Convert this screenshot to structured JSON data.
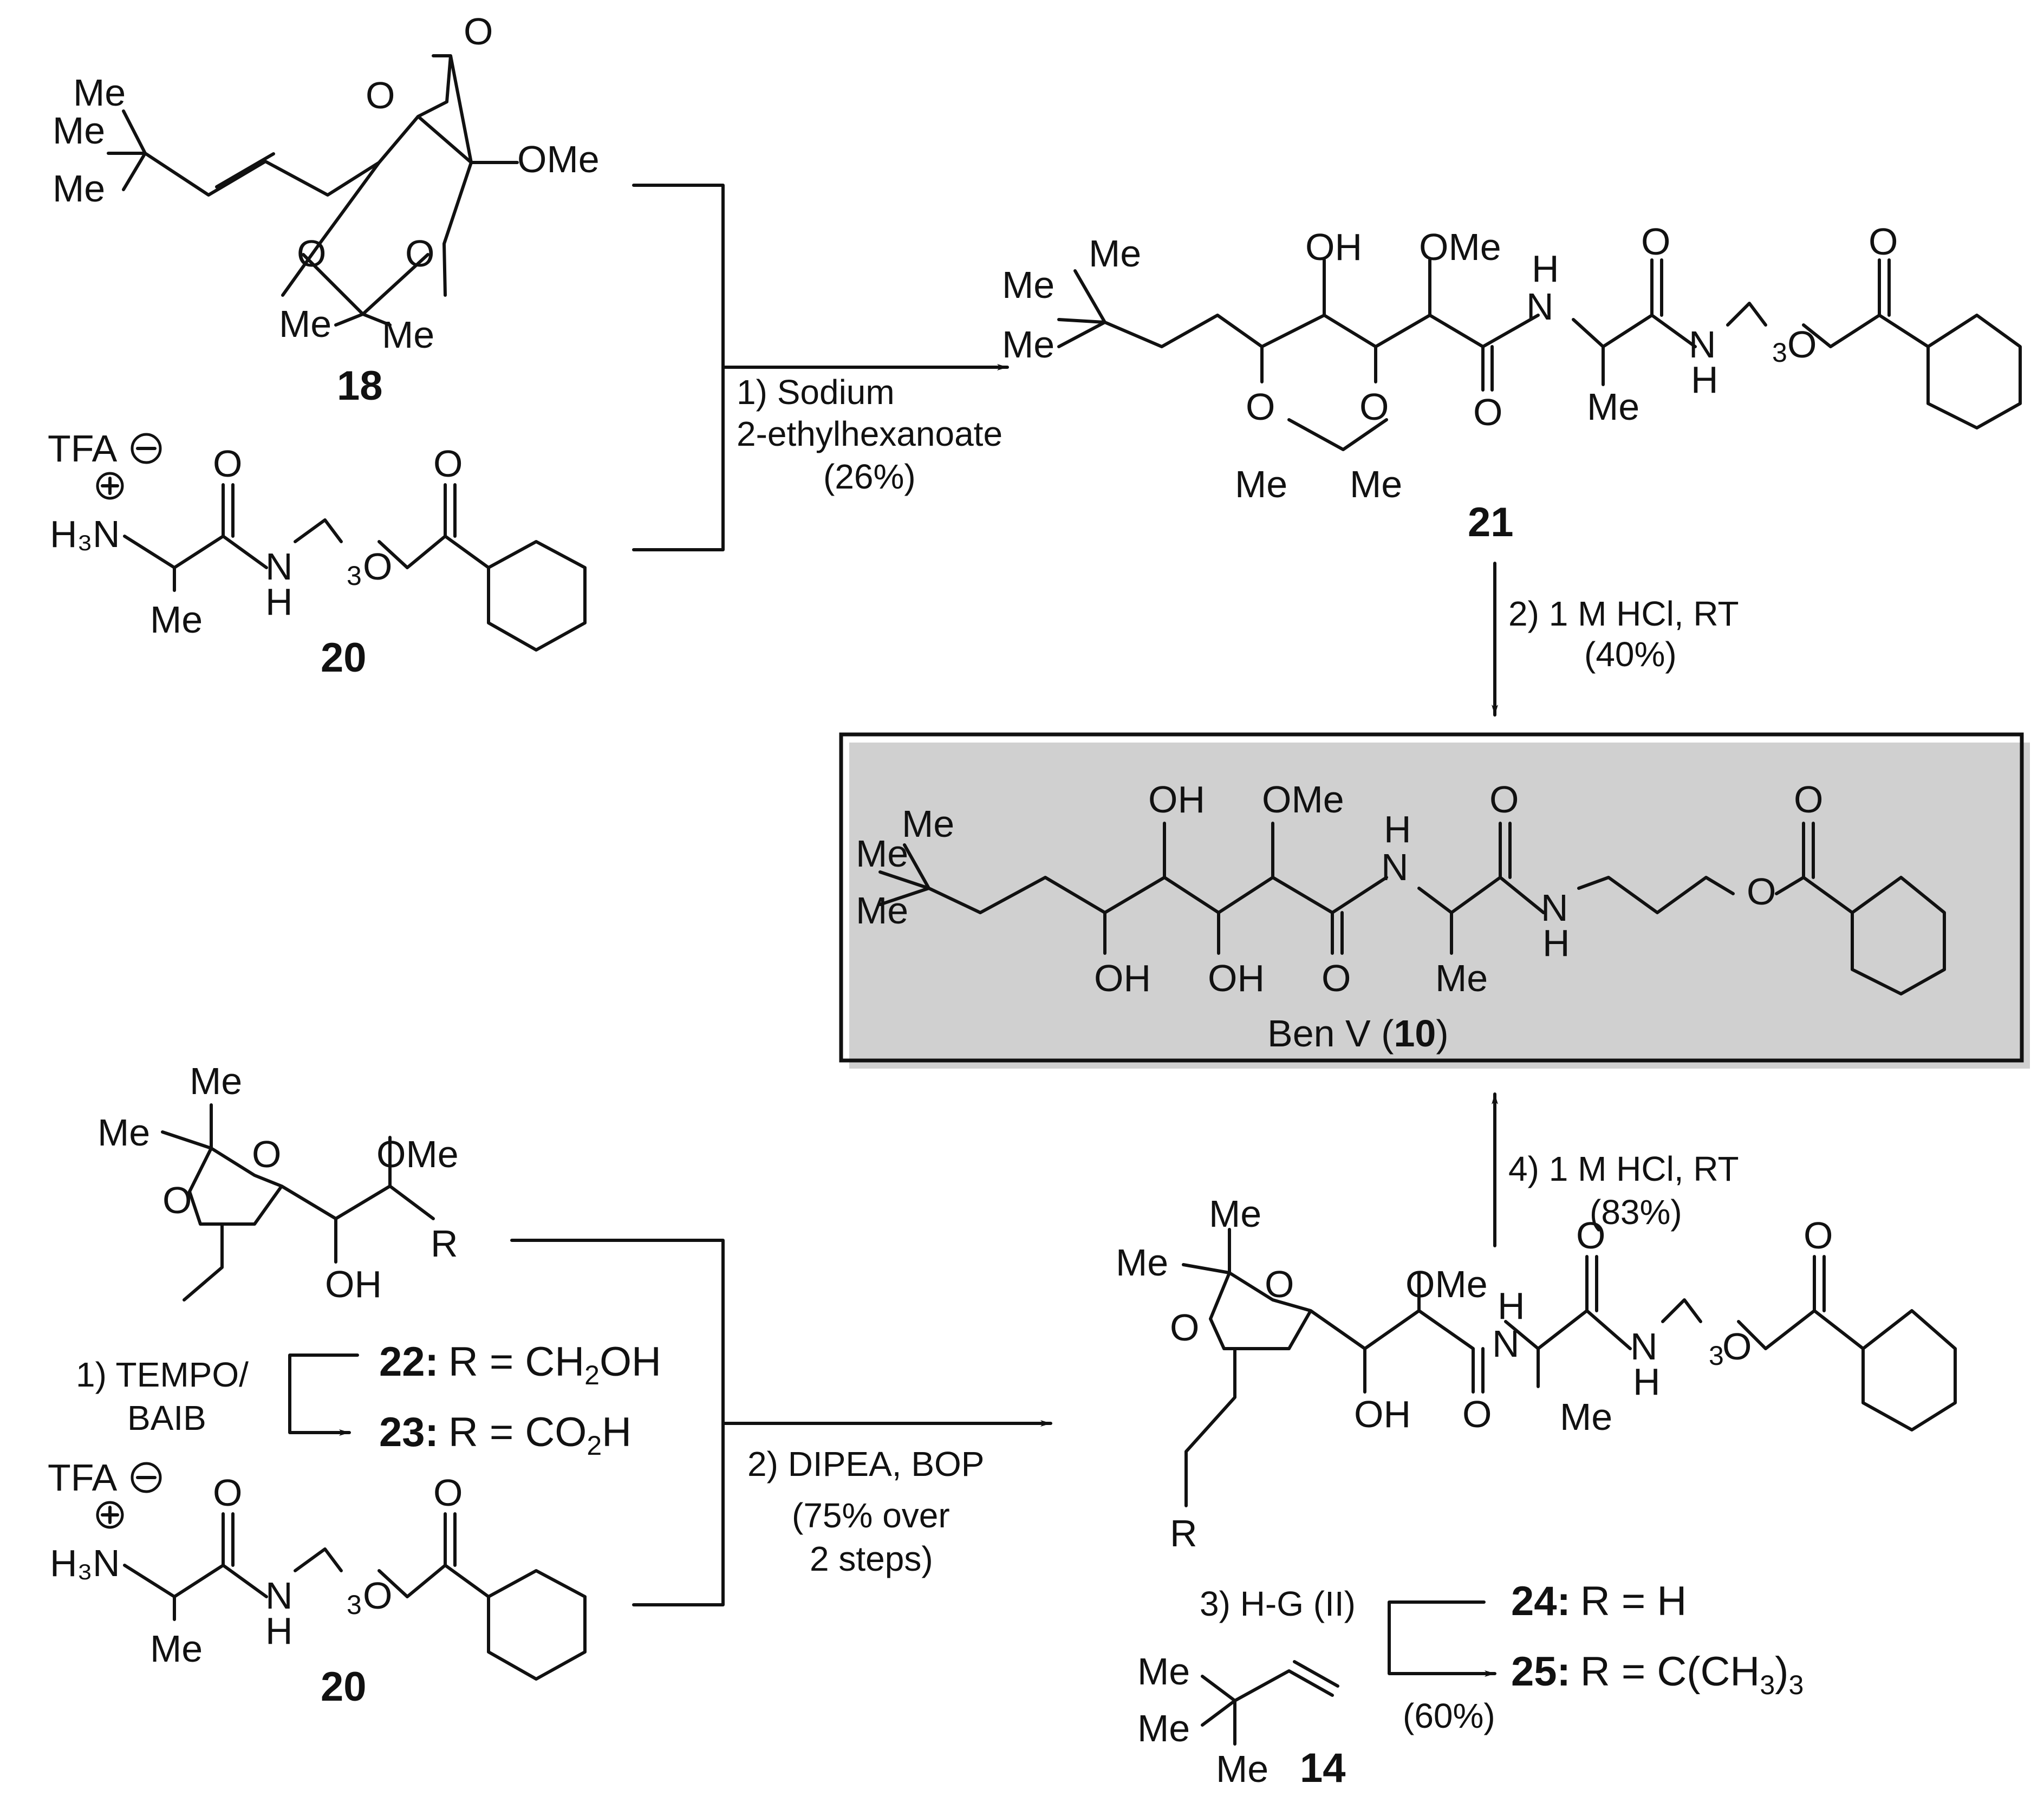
{
  "compounds": {
    "c18": {
      "label": "18",
      "groups": [
        "Me",
        "Me",
        "Me",
        "O",
        "O",
        "OMe",
        "O",
        "O",
        "Me",
        "Me"
      ]
    },
    "c20a": {
      "label": "20",
      "counter_ion": "TFA",
      "amine": "H₃N",
      "n": "3",
      "groups": [
        "O",
        "N",
        "H",
        "O",
        "O",
        "Me"
      ]
    },
    "c21": {
      "label": "21",
      "groups": [
        "Me",
        "Me",
        "Me",
        "OH",
        "OMe",
        "H",
        "N",
        "O",
        "O",
        "N",
        "H",
        "O",
        "O",
        "O",
        "O",
        "Me",
        "Me",
        "Me"
      ],
      "n": "3"
    },
    "c10": {
      "name": "Ben V (",
      "label": "10",
      "name_close": ")",
      "groups": [
        "Me",
        "Me",
        "Me",
        "OH",
        "OMe",
        "H",
        "N",
        "O",
        "N",
        "H",
        "O",
        "O",
        "OH",
        "OH",
        "O",
        "Me"
      ]
    },
    "c22_23": {
      "groups": [
        "Me",
        "Me",
        "O",
        "O",
        "OMe",
        "R",
        "OH"
      ],
      "line1_label": "22:",
      "line1_text": "R = CH",
      "line1_sub": "2",
      "line1_end": "OH",
      "line2_label": "23:",
      "line2_text": "R = CO",
      "line2_sub": "2",
      "line2_end": "H"
    },
    "c20b": {
      "label": "20",
      "counter_ion": "TFA",
      "amine": "H₃N",
      "n": "3",
      "groups": [
        "O",
        "N",
        "H",
        "O",
        "O",
        "Me"
      ]
    },
    "c24_25": {
      "groups": [
        "Me",
        "Me",
        "O",
        "O",
        "OMe",
        "H",
        "N",
        "O",
        "N",
        "H",
        "O",
        "O",
        "OH",
        "O",
        "Me",
        "R"
      ],
      "n": "3",
      "line1_label": "24:",
      "line1_text": "R = H",
      "line2_label": "25:",
      "line2_text": "R = C(CH",
      "line2_sub": "3",
      "line2_end": ")",
      "line2_sub2": "3"
    },
    "c14": {
      "label": "14",
      "groups": [
        "Me",
        "Me",
        "Me"
      ]
    }
  },
  "conditions": {
    "step1_line1": "1) Sodium",
    "step1_line2": "2-ethylhexanoate",
    "step1_yield": "(26%)",
    "step2_line1": "2) 1 M HCl, RT",
    "step2_yield": "(40%)",
    "tempo_line1": "1) TEMPO/",
    "tempo_line2": "BAIB",
    "dipea_line1": "2) DIPEA, BOP",
    "dipea_line2": "(75% over",
    "dipea_line3": "2 steps)",
    "hg_line": "3) H-G (II)",
    "hg_yield": "(60%)",
    "hcl4_line1": "4) 1 M HCl, RT",
    "hcl4_yield": "(83%)"
  }
}
